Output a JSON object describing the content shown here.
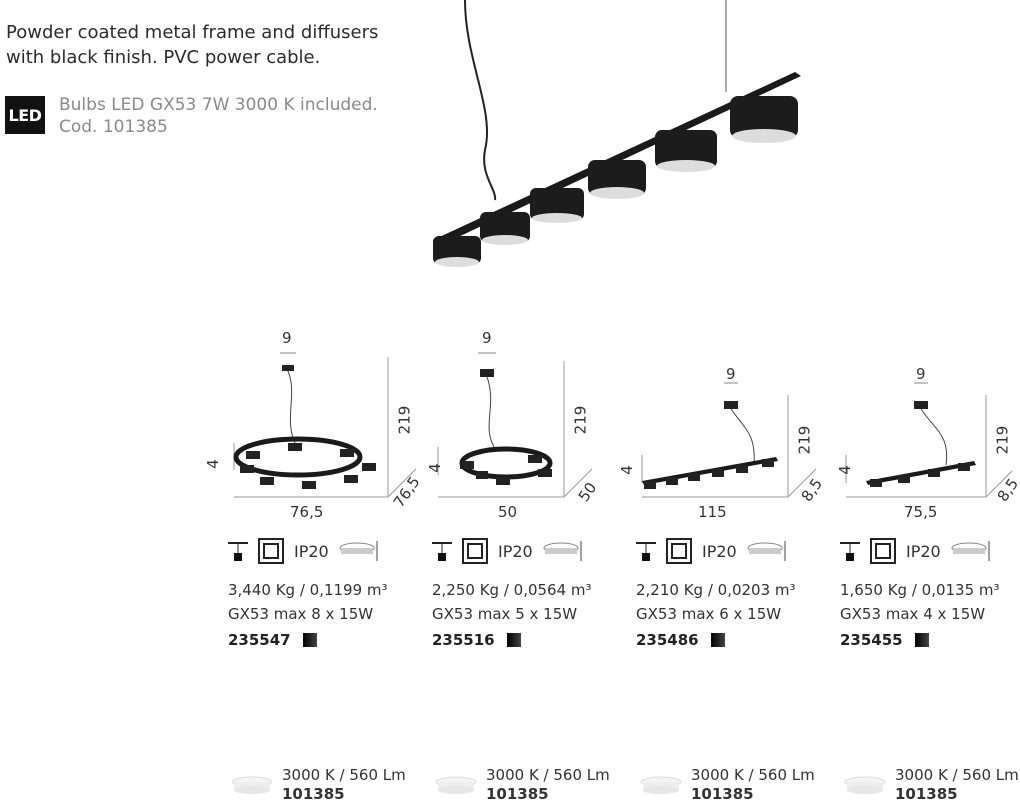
{
  "description": {
    "line1": "Powder coated metal frame and diffusers",
    "line2": "with black finish. PVC power cable."
  },
  "led_badge": "LED",
  "bulb_info": {
    "line1": "Bulbs LED GX53 7W 3000 K included.",
    "line2": "Cod. 101385"
  },
  "products": [
    {
      "top_dim": "9",
      "height": "219",
      "side_height": "4",
      "width": "76,5",
      "depth": "76,5",
      "ip": "IP20",
      "weight_volume": "3,440 Kg / 0,1199 m³",
      "bulbs": "GX53 max 8 x 15W",
      "code": "235547"
    },
    {
      "top_dim": "9",
      "height": "219",
      "side_height": "4",
      "width": "50",
      "depth": "50",
      "ip": "IP20",
      "weight_volume": "2,250 Kg / 0,0564 m³",
      "bulbs": "GX53 max 5 x 15W",
      "code": "235516"
    },
    {
      "top_dim": "9",
      "height": "219",
      "side_height": "4",
      "width": "115",
      "depth": "8,5",
      "ip": "IP20",
      "weight_volume": "2,210 Kg / 0,0203 m³",
      "bulbs": "GX53 max 6 x 15W",
      "code": "235486"
    },
    {
      "top_dim": "9",
      "height": "219",
      "side_height": "4",
      "width": "75,5",
      "depth": "8,5",
      "ip": "IP20",
      "weight_volume": "1,650 Kg / 0,0135 m³",
      "bulbs": "GX53 max 4 x 15W",
      "code": "235455"
    }
  ],
  "bulbs": [
    {
      "spec": "3000 K / 560 Lm",
      "code": "101385"
    },
    {
      "spec": "3000 K / 560 Lm",
      "code": "101385"
    },
    {
      "spec": "3000 K / 560 Lm",
      "code": "101385"
    },
    {
      "spec": "3000 K / 560 Lm",
      "code": "101385"
    }
  ],
  "colors": {
    "finish": "#111111",
    "text": "#2b2b2b",
    "muted": "#8a8a8a"
  }
}
